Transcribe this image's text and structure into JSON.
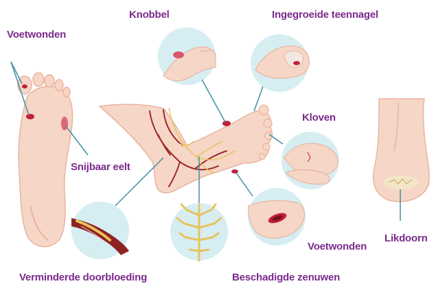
{
  "labels": {
    "foot_wounds_top": "Voetwonden",
    "bunion": "Knobbel",
    "ingrown_toenail": "Ingegroeide teennagel",
    "fissures": "Kloven",
    "callus": "Snijbaar eelt",
    "foot_wounds_bottom": "Voetwonden",
    "corn": "Likdoorn",
    "reduced_circulation": "Verminderde doorbloeding",
    "damaged_nerves": "Beschadigde zenuwen"
  },
  "colors": {
    "label": "#7b2a8c",
    "leader_line": "#3f8fa6",
    "skin": "#f6d6c6",
    "skin_shadow": "#e8b49f",
    "inset_bg": "#d6eef2",
    "wound": "#c0213a",
    "vein": "#9c2a2a",
    "nerve": "#e9c25c"
  }
}
